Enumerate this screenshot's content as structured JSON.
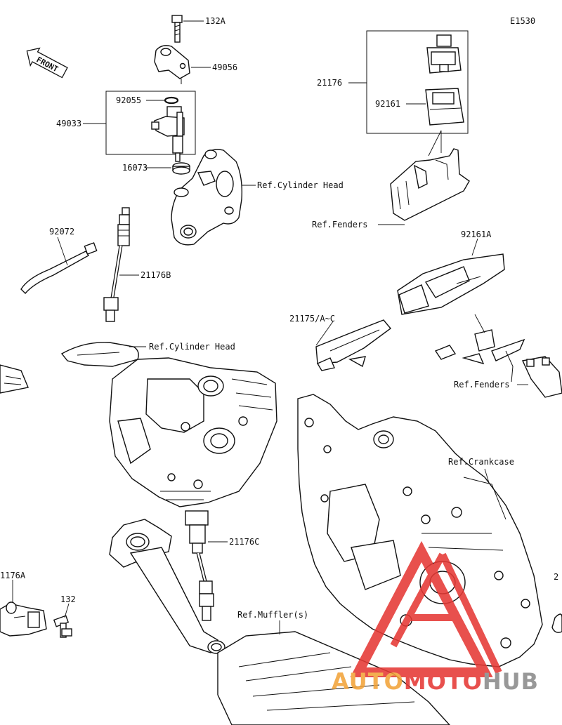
{
  "diagram_code": "E1530",
  "front_label": "FRONT",
  "labels": {
    "p132a": "132A",
    "p49056": "49056",
    "p92055": "92055",
    "p49033": "49033",
    "p16073": "16073",
    "ref_cyl_head_1": "Ref.Cylinder Head",
    "p92072": "92072",
    "p21176b": "21176B",
    "ref_cyl_head_2": "Ref.Cylinder Head",
    "p21176": "21176",
    "p92161": "92161",
    "ref_fenders_1": "Ref.Fenders",
    "p92161a": "92161A",
    "p21175": "21175/A~C",
    "ref_fenders_2": "Ref.Fenders",
    "ref_crankcase": "Ref.Crankcase",
    "p21176c": "21176C",
    "p21176a": "1176A",
    "p132": "132",
    "ref_mufflers": "Ref.Muffler(s)",
    "edge_2": "2"
  },
  "watermark": {
    "brand_part1": "AUTO",
    "brand_part2": "MOTO",
    "brand_part3": "HUB",
    "colors": {
      "orange": "#f2a33a",
      "red": "#e53935",
      "gray": "#8a8a8a"
    }
  }
}
